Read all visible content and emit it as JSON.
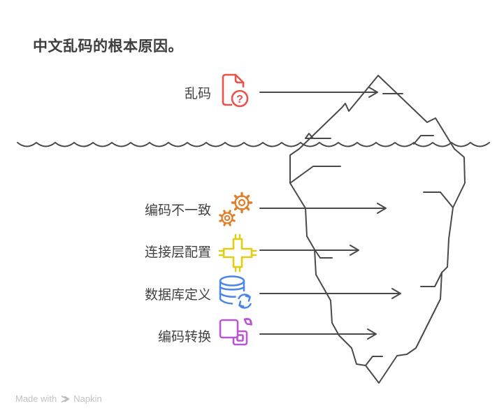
{
  "title": "中文乱码的根本原因。",
  "diagram": {
    "type": "iceberg",
    "stroke_color": "#4a4a4a",
    "surface_item": {
      "label": "乱码",
      "icon": "document-question-icon",
      "color": "#e8544b",
      "badge": "?"
    },
    "underwater_items": [
      {
        "label": "编码不一致",
        "icon": "gears-icon",
        "color": "#e0802c"
      },
      {
        "label": "连接层配置",
        "icon": "chip-connector-icon",
        "color": "#e0cd14"
      },
      {
        "label": "数据库定义",
        "icon": "database-sync-icon",
        "color": "#4a86e8"
      },
      {
        "label": "编码转换",
        "icon": "swap-squares-icon",
        "color": "#ba55d3"
      }
    ]
  },
  "watermark": {
    "prefix": "Made with",
    "brand": "Napkin"
  }
}
